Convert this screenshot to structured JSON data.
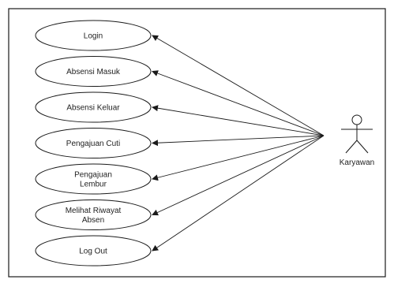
{
  "diagram": {
    "actor": {
      "label": "Karyawan"
    },
    "use_cases": [
      {
        "lines": [
          "Login"
        ]
      },
      {
        "lines": [
          "Absensi Masuk"
        ]
      },
      {
        "lines": [
          "Absensi Keluar"
        ]
      },
      {
        "lines": [
          "Pengajuan Cuti"
        ]
      },
      {
        "lines": [
          "Pengajuan",
          "Lembur"
        ]
      },
      {
        "lines": [
          "Melihat Riwayat",
          "Absen"
        ]
      },
      {
        "lines": [
          "Log Out"
        ]
      }
    ],
    "colors": {
      "stroke": "#1a1a1a",
      "text": "#222222",
      "background": "#ffffff"
    }
  }
}
